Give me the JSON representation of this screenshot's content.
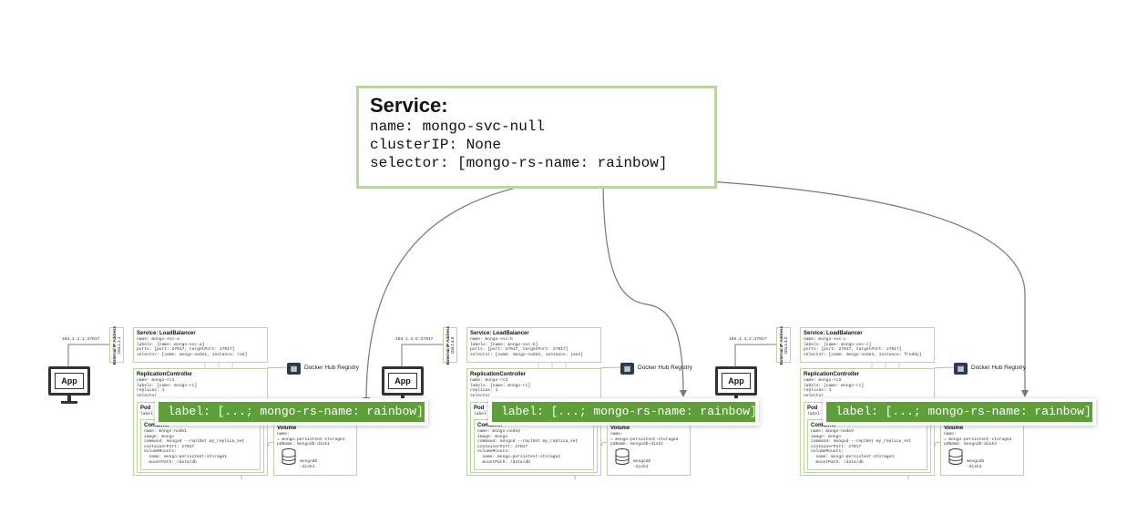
{
  "service": {
    "title": "Service:",
    "lines": [
      "name: mongo-svc-null",
      "clusterIP: None",
      "selector: [mongo-rs-name: rainbow]"
    ]
  },
  "groups": [
    {
      "ip": "104.1.1.1:27017",
      "ip_box": "External IP Address",
      "ip_box_sub": "104.1.1.1",
      "app": "App",
      "lb_title": "Service: LoadBalancer",
      "lb_lines": [
        "name: mongo-svc-a",
        "labels: [name: mongo-svc-a]",
        "ports: [port: 27017, targetPort: 27017]",
        "selector: [name: mongo-node1, instance: rod]"
      ],
      "hub": "Docker Hub Registry",
      "rc_title": "ReplicationController",
      "rc_lines": [
        "name: mongo-rc1",
        "labels: [name: mongo-rc]",
        "replicas: 1",
        "selector"
      ],
      "label": "label: [...; mongo-rs-name: rainbow]",
      "pod_title": "Pod",
      "pod_line": "label",
      "container_title": "Container",
      "container_lines": [
        "name: mongo-node1",
        "image: mongo",
        "command: mongod --replSet my_replica_set",
        "containerPort: 27017",
        "volumeMounts:",
        "  name: mongo-persistent-storage1",
        "  mountPath: /data/db"
      ],
      "volume_title": "Volume",
      "volume_lines": [
        "name:",
        "= mongo-persistent-storage1",
        "pdName: mongodb-disk1"
      ],
      "disk": [
        "mongodb",
        "-disk1"
      ]
    },
    {
      "ip": "104.1.4.5:27017",
      "ip_box": "External IP Address",
      "ip_box_sub": "104.1.4.5",
      "app": "App",
      "lb_title": "Service: LoadBalancer",
      "lb_lines": [
        "name: mongo-svc-b",
        "labels: [name: mongo-svc-b]",
        "ports: [port: 27017, targetPort: 27017]",
        "selector: [name: mongo-node2, instance: jane]"
      ],
      "hub": "Docker Hub Registry",
      "rc_title": "ReplicationController",
      "rc_lines": [
        "name: mongo-rc2",
        "labels: [name: mongo-rc]",
        "replicas: 1",
        "selector"
      ],
      "label": "label: [...; mongo-rs-name: rainbow]",
      "pod_title": "Pod",
      "pod_line": "label",
      "container_title": "Container",
      "container_lines": [
        "name: mongo-node2",
        "image: mongo",
        "command: mongod --replSet my_replica_set",
        "containerPort: 27017",
        "volumeMounts:",
        "  name: mongo-persistent-storage2",
        "  mountPath: /data/db"
      ],
      "volume_title": "Volume",
      "volume_lines": [
        "name:",
        "= mongo-persistent-storage2",
        "pdName: mongodb-disk2"
      ],
      "disk": [
        "mongodb",
        "-disk2"
      ]
    },
    {
      "ip": "104.1.4.2:27017",
      "ip_box": "External IP Address",
      "ip_box_sub": "104.1.4.2",
      "app": "App",
      "lb_title": "Service: LoadBalancer",
      "lb_lines": [
        "name: mongo-svc-c",
        "labels: [name: mongo-svc-c]",
        "ports: [port: 27017, targetPort: 27017]",
        "selector: [name: mongo-node3, instance: freddy]"
      ],
      "hub": "Docker Hub Registry",
      "rc_title": "ReplicationController",
      "rc_lines": [
        "name: mongo-rc3",
        "labels: [name: mongo-rc]",
        "replicas: 1",
        "selector"
      ],
      "label": "label: [...; mongo-rs-name: rainbow]",
      "pod_title": "Pod",
      "pod_line": "label",
      "container_title": "Container",
      "container_lines": [
        "name: mongo-node3",
        "image: mongo",
        "command: mongod --replSet my_replica_set",
        "containerPort: 27017",
        "volumeMounts:",
        "  name: mongo-persistent-storage3",
        "  mountPath: /data/db"
      ],
      "volume_title": "Volume",
      "volume_lines": [
        "name:",
        "= mongo-persistent-storage3",
        "pdName: mongodb-disk3"
      ],
      "disk": [
        "mongodb",
        "-disk3"
      ]
    }
  ],
  "colors": {
    "box_border": "#b9d6a0",
    "label_green": "#5e9f3a",
    "line": "#777777"
  }
}
